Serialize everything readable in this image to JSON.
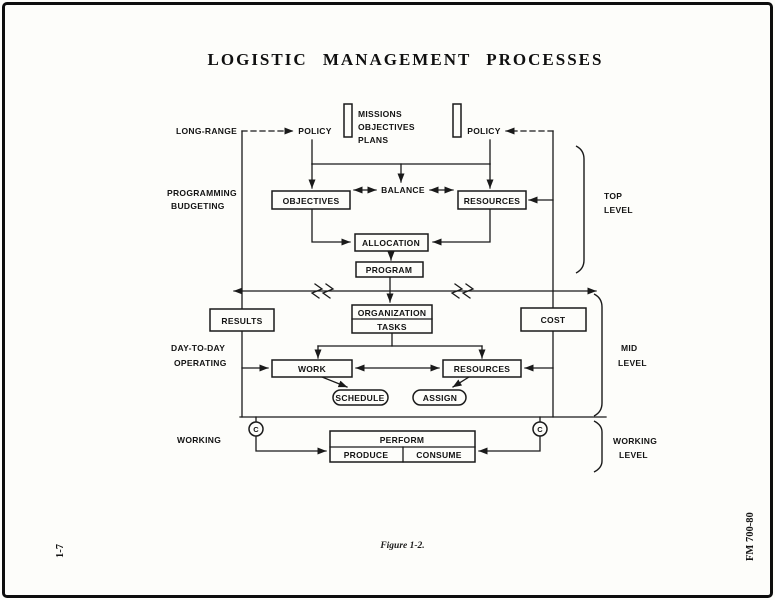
{
  "page": {
    "title": "LOGISTIC MANAGEMENT PROCESSES",
    "figure_caption": "Figure 1-2.",
    "page_number": "1-7",
    "doc_ref": "FM 700-80"
  },
  "diagram": {
    "left_labels": {
      "long_range": "LONG-RANGE",
      "programming": "PROGRAMMING",
      "budgeting": "BUDGETING",
      "day_to_day": "DAY-TO-DAY",
      "operating": "OPERATING",
      "working": "WORKING"
    },
    "right_labels": {
      "top1": "TOP",
      "top2": "LEVEL",
      "mid1": "MID",
      "mid2": "LEVEL",
      "working1": "WORKING",
      "working2": "LEVEL"
    },
    "top_section": {
      "policy_left": "POLICY",
      "policy_right": "POLICY",
      "missions": "MISSIONS",
      "objectives": "OBJECTIVES",
      "plans": "PLANS",
      "balance": "BALANCE"
    },
    "boxes": {
      "objectives": "OBJECTIVES",
      "resources_top": "RESOURCES",
      "allocation": "ALLOCATION",
      "program": "PROGRAM",
      "organization": "ORGANIZATION",
      "tasks": "TASKS",
      "results": "RESULTS",
      "cost": "COST",
      "work": "WORK",
      "resources_mid": "RESOURCES",
      "schedule": "SCHEDULE",
      "assign": "ASSIGN",
      "perform": "PERFORM",
      "produce": "PRODUCE",
      "consume": "CONSUME"
    },
    "connectors": {
      "c_left": "C",
      "c_right": "C"
    }
  }
}
